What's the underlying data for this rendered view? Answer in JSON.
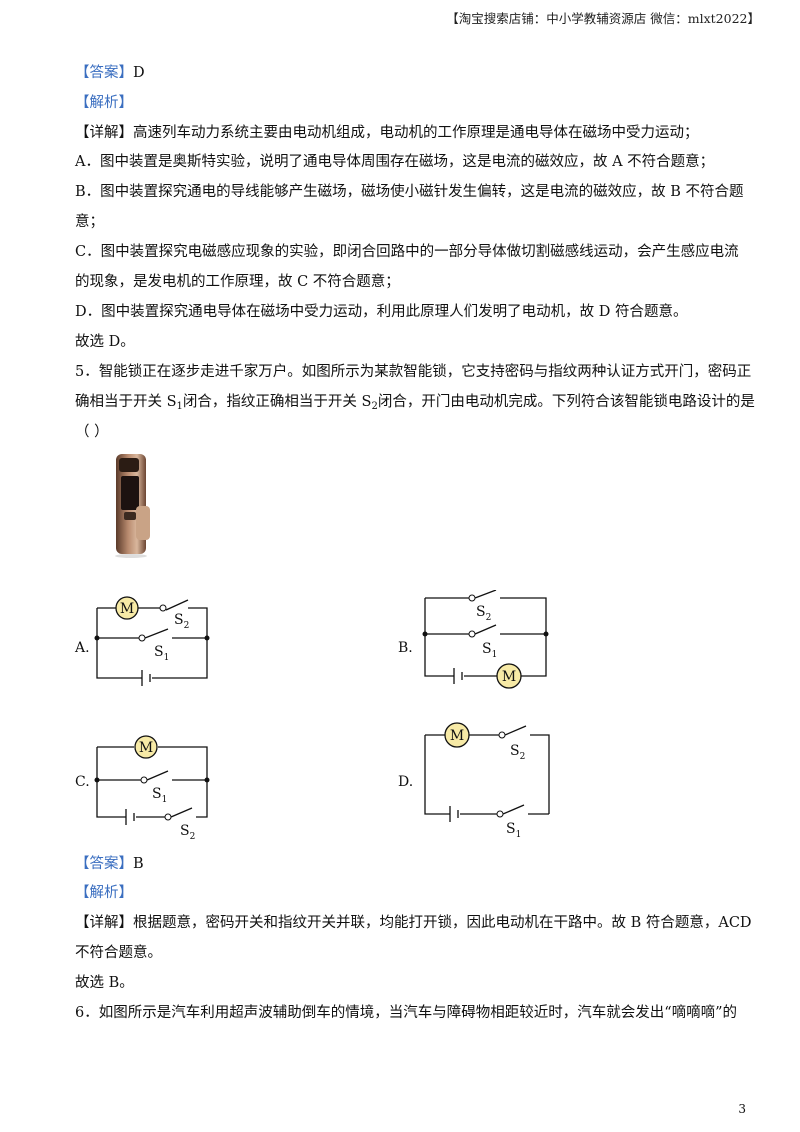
{
  "header": "【淘宝搜索店铺：中小学教辅资源店  微信：mlxt2022】",
  "q4": {
    "answer_label": "【答案】",
    "answer": "D",
    "analysis_label": "【解析】",
    "detail_label": "【详解】",
    "detail": "高速列车动力系统主要由电动机组成，电动机的工作原理是通电导体在磁场中受力运动；",
    "a": "A．图中装置是奥斯特实验，说明了通电导体周围存在磁场，这是电流的磁效应，故 A 不符合题意；",
    "b1": "B．图中装置探究通电的导线能够产生磁场，磁场使小磁针发生偏转，这是电流的磁效应，故 B 不符合题",
    "b2": "意；",
    "c1": "C．图中装置探究电磁感应现象的实验，即闭合回路中的一部分导体做切割磁感线运动，会产生感应电流",
    "c2": "的现象，是发电机的工作原理，故 C 不符合题意；",
    "d": "D．图中装置探究通电导体在磁场中受力运动，利用此原理人们发明了电动机，故 D 符合题意。",
    "choose": "故选 D。"
  },
  "q5": {
    "line1": "5．智能锁正在逐步走进千家万户。如图所示为某款智能锁，它支持密码与指纹两种认证方式开门，密码正",
    "line2a": "确相当于开关 S",
    "line2b": "闭合，指纹正确相当于开关 S",
    "line2c": "闭合，开门由电动机完成。下列符合该智能锁电路设计的是",
    "sub1": "1",
    "sub2": "2",
    "line3": "（      ）",
    "options": [
      "A.",
      "B.",
      "C.",
      "D."
    ],
    "motor": "M",
    "s_letter": "S",
    "answer_label": "【答案】",
    "answer": "B",
    "analysis_label": "【解析】",
    "detail_label": "【详解】",
    "detail1": "根据题意，密码开关和指纹开关并联，均能打开锁，因此电动机在干路中。故 B 符合题意，ACD",
    "detail2": "不符合题意。",
    "choose": "故选 B。"
  },
  "q6": {
    "line1": "6．如图所示是汽车利用超声波辅助倒车的情境，当汽车与障碍物相距较近时，汽车就会发出“嘀嘀嘀”的"
  },
  "page_number": "3"
}
